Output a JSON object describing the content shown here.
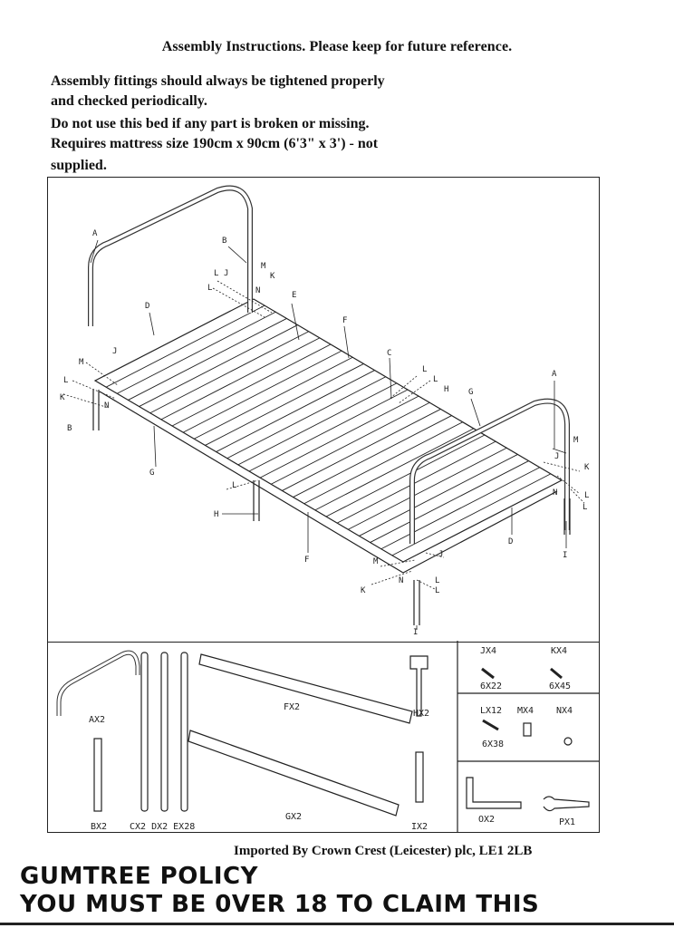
{
  "header": {
    "title": "Assembly Instructions. Please keep for future reference."
  },
  "notes": [
    "Assembly fittings should always be tightened properly",
    "and checked periodically.",
    "Do not use this bed if any part is broken or missing.",
    "Requires mattress size 190cm x 90cm (6'3\" x 3') - not",
    "supplied."
  ],
  "diagram_labels": {
    "A": "A",
    "B": "B",
    "C": "C",
    "D": "D",
    "E": "E",
    "F": "F",
    "G": "G",
    "H": "H",
    "I": "I",
    "J": "J",
    "K": "K",
    "L": "L",
    "M": "M",
    "N": "N"
  },
  "parts": {
    "headboard": "AX2",
    "leg": "BX2",
    "posts": "CX2 DX2 EX28",
    "rail_f": "FX2",
    "rail_g": "GX2",
    "bracket_h": "HX2",
    "post_i": "IX2",
    "fittings": {
      "j_name": "JX4",
      "j_size": "6X22",
      "k_name": "KX4",
      "k_size": "6X45",
      "l_name": "LX12",
      "l_size": "6X38",
      "m_name": "MX4",
      "n_name": "NX4",
      "o_name": "OX2",
      "p_name": "PX1"
    }
  },
  "footer": {
    "importer": "Imported By Crown Crest (Leicester) plc, LE1 2LB",
    "policy_line1": "GUMTREE POLICY",
    "policy_line2": "YOU MUST BE 0VER 18 TO CLAIM THIS"
  }
}
